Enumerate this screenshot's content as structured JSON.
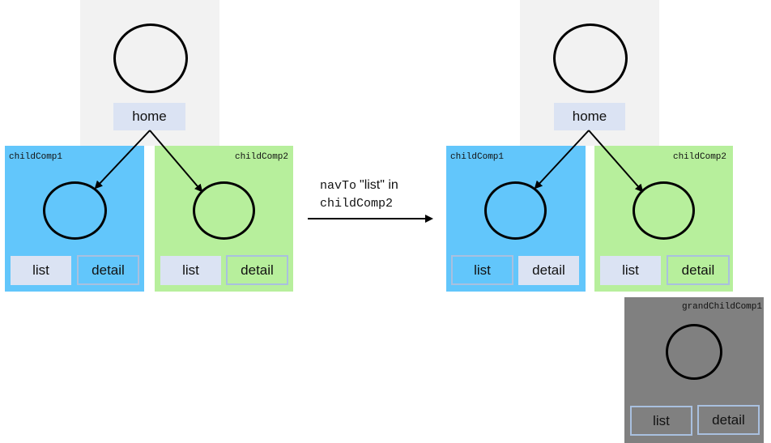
{
  "left": {
    "home": {
      "label": "home"
    },
    "child1": {
      "title": "childComp1",
      "list": "list",
      "detail": "detail"
    },
    "child2": {
      "title": "childComp2",
      "list": "list",
      "detail": "detail"
    }
  },
  "transition": {
    "nav_word": "navTo",
    "list_word": "\"list\" in",
    "target": "childComp2"
  },
  "right": {
    "home": {
      "label": "home"
    },
    "child1": {
      "title": "childComp1",
      "list": "list",
      "detail": "detail"
    },
    "child2": {
      "title": "childComp2",
      "list": "list",
      "detail": "detail"
    },
    "grandchild": {
      "title": "grandChildComp1",
      "list": "list",
      "detail": "detail"
    }
  }
}
